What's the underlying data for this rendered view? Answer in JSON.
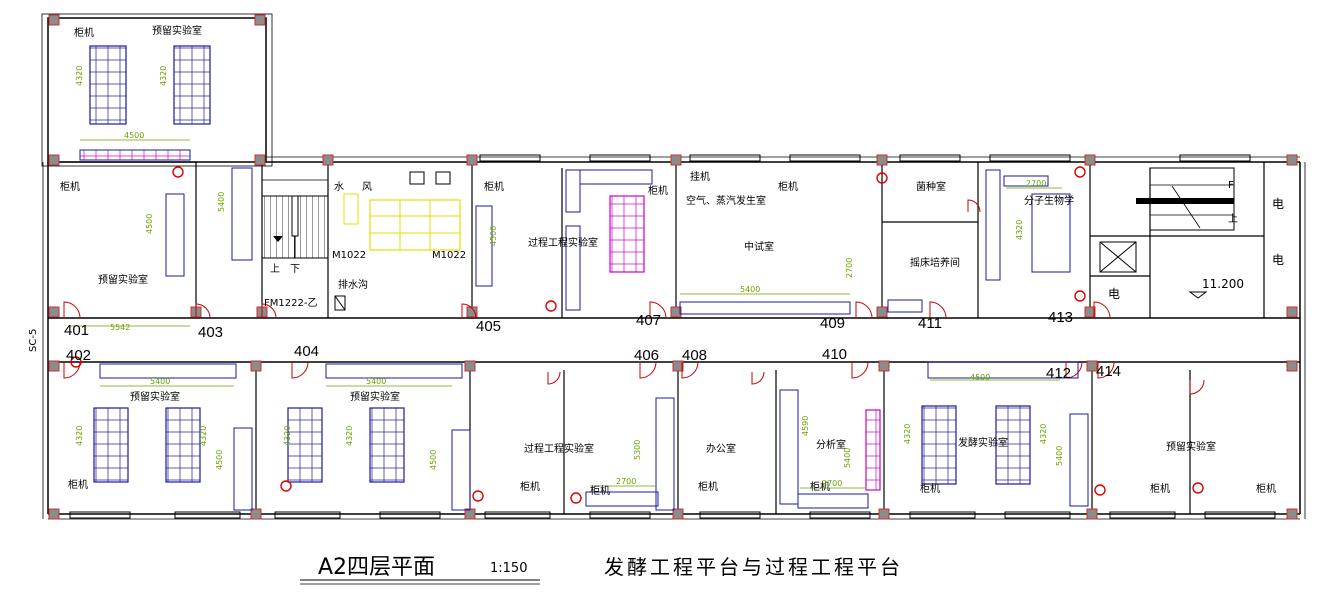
{
  "plan": {
    "axis_label": "SC-5",
    "room_numbers": [
      {
        "id": "401",
        "text": "401"
      },
      {
        "id": "402",
        "text": "402"
      },
      {
        "id": "403",
        "text": "403"
      },
      {
        "id": "404",
        "text": "404"
      },
      {
        "id": "405",
        "text": "405"
      },
      {
        "id": "406",
        "text": "406"
      },
      {
        "id": "407",
        "text": "407"
      },
      {
        "id": "408",
        "text": "408"
      },
      {
        "id": "409",
        "text": "409"
      },
      {
        "id": "410",
        "text": "410"
      },
      {
        "id": "411",
        "text": "411"
      },
      {
        "id": "412",
        "text": "412"
      },
      {
        "id": "413",
        "text": "413"
      },
      {
        "id": "414",
        "text": "414"
      }
    ],
    "room_labels": {
      "reserved_lab_nw_top": "预留实验室",
      "reserved_lab_nw_bottom": "预留实验室",
      "process_lab_north": "过程工程实验室",
      "pilot_room": "中试室",
      "air_steam_room": "空气、蒸汽发生室",
      "fermenter_room": "摇床培养间",
      "inoculation_room": "菌种室",
      "molecular_bio": "分子生物学",
      "reserved_lab_402": "预留实验室",
      "reserved_lab_404": "预留实验室",
      "process_lab_south": "过程工程实验室",
      "office": "办公室",
      "analysis_room": "分析室",
      "fermentation_lab": "发酵实验室",
      "reserved_lab_414": "预留实验室"
    },
    "fixtures": {
      "cabinet": "柜机",
      "hang_unit": "挂机",
      "water": "水",
      "wind": "风",
      "door_m1022_a": "M1022",
      "door_m1022_b": "M1022",
      "door_fm": "FM1222-乙",
      "pipe_well": "排水沟",
      "stair_up": "上",
      "stair_down": "下",
      "stair_f": "F",
      "elec_1": "电",
      "elec_2": "电",
      "elec_3": "电",
      "elevation": "11.200"
    },
    "dimensions": {
      "d4500_top": "4500",
      "d4320_a": "4320",
      "d4320_b": "4320",
      "d4500_v": "4500",
      "d5400_v": "5400",
      "d5542": "5542",
      "d4500_proc": "4500",
      "d5400_pilot": "5400",
      "d2700_pilot": "2700",
      "d2700_mol": "2700",
      "d4320_mol": "4320",
      "d5400_s1": "5400",
      "d5400_s2": "5400",
      "d4320_s1": "4320",
      "d4320_s2": "4320",
      "d4500_s1": "4500",
      "d4320_s3": "4320",
      "d4320_s4": "4320",
      "d4500_s2": "4500",
      "d5300": "5300",
      "d2700_s1": "2700",
      "d4590": "4590",
      "d5400_an": "5400",
      "d2700_s2": "2700",
      "d4500_s3": "4500",
      "d4320_s5": "4320",
      "d4320_s6": "4320",
      "d5400_s3": "5400"
    }
  },
  "title": {
    "main": "A2四层平面",
    "scale": "1:150",
    "subtitle": "发酵工程平台与过程工程平台"
  },
  "colors": {
    "wall": "#000000",
    "column": "#808080",
    "furniture": "#1a1aa0",
    "bench": "#cc00cc",
    "dimension": "#6aa400",
    "fixture": "#e0e000",
    "red_marker": "#e00000"
  }
}
